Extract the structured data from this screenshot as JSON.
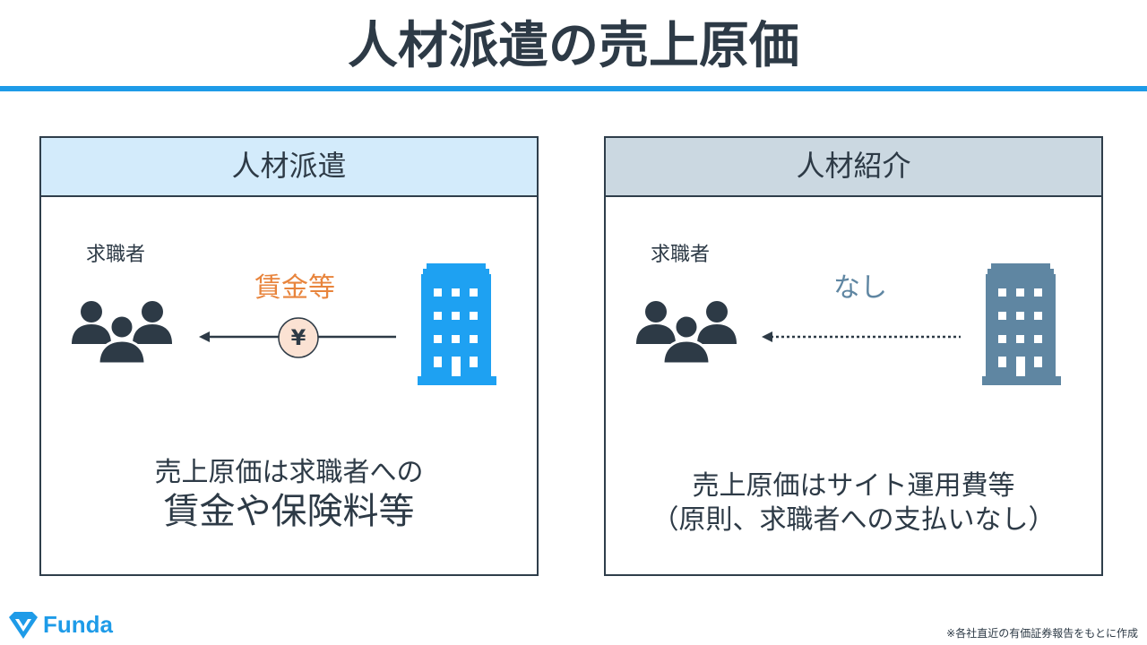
{
  "title": "人材派遣の売上原価",
  "left_panel": {
    "heading": "人材派遣",
    "job_seeker_label": "求職者",
    "flow_label": "賃金等",
    "coin_symbol": "¥",
    "summary_line1": "売上原価は求職者への",
    "summary_line2": "賃金や保険料等"
  },
  "right_panel": {
    "heading": "人材紹介",
    "job_seeker_label": "求職者",
    "flow_label": "なし",
    "summary_line1": "売上原価はサイト運用費等",
    "summary_line2": "（原則、求職者への支払いなし）"
  },
  "brand": {
    "name": "Funda"
  },
  "footnote": "※各社直近の有価証券報告をもとに作成",
  "colors": {
    "accent_blue": "#1e9be8",
    "building_left": "#1ea1f2",
    "building_right": "#5f86a2",
    "people": "#2d3a46",
    "wage_label": "#e8843c",
    "none_label": "#5f86a2",
    "coin_fill": "#fbe2d3"
  },
  "icons": {
    "people": "people-group-icon",
    "building": "office-building-icon",
    "coin": "yen-coin-icon",
    "logo": "funda-logo-icon"
  }
}
